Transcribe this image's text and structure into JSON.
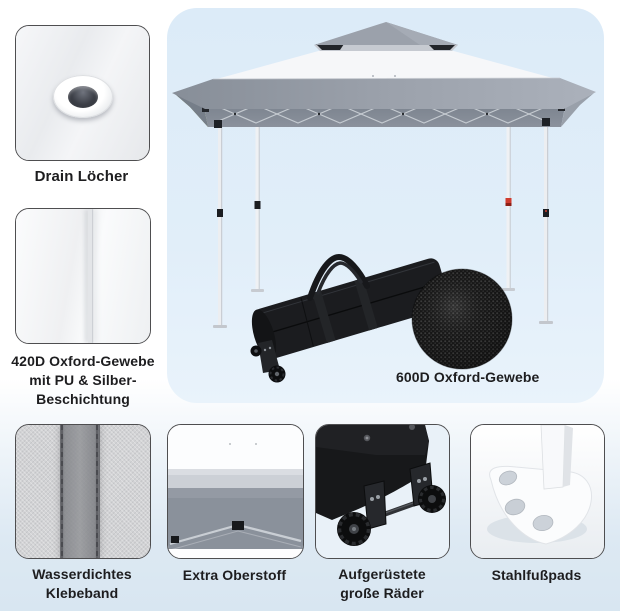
{
  "colors": {
    "panel_blue": "#dcebf8",
    "page_bottom_blue": "#d8e6f1",
    "label_text": "#1d1d1f",
    "canopy_gray": "#9aa1ab",
    "canopy_white": "#f6f7f9",
    "valance_gray": "#848b96",
    "bag_black": "#1b1c1f"
  },
  "labels": {
    "drain": "Drain Löcher",
    "fabric_420d": "420D Oxford-Gewebe\nmit PU & Silber-\nBeschichtung",
    "oxford_600d": "600D Oxford-Gewebe",
    "tape": "Wasserdichtes\nKlebeband",
    "top_fabric": "Extra Oberstoff",
    "wheels": "Aufgerüstete\ngroße Räder",
    "foot_pads": "Stahlfußpads"
  }
}
